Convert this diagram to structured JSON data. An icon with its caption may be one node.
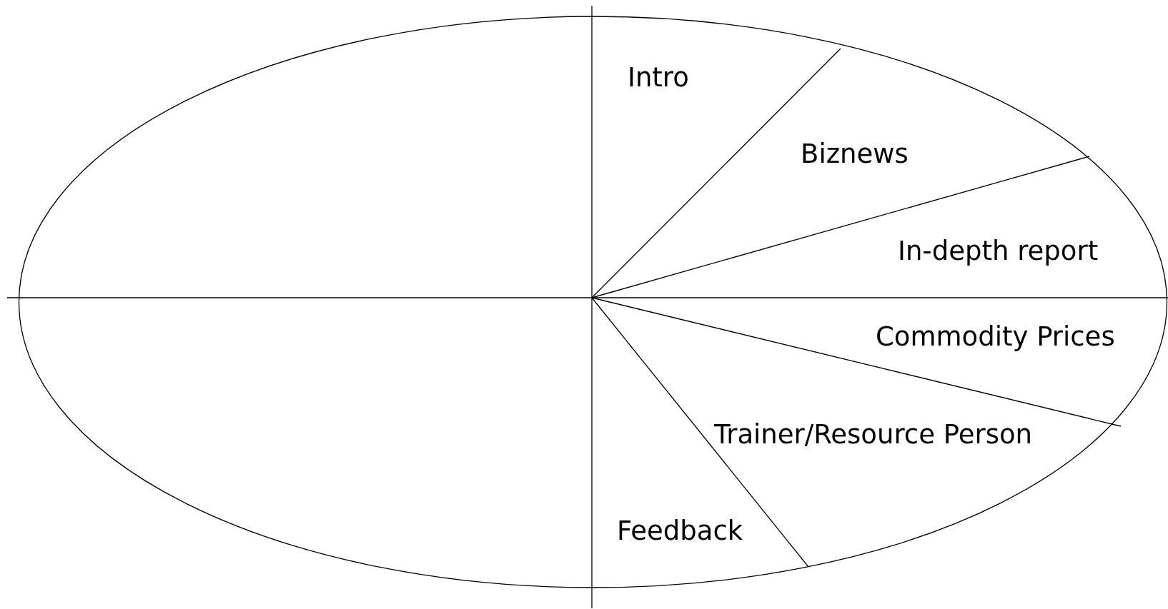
{
  "diagram": {
    "labels": [
      "Intro",
      "Biznews",
      "In-depth report",
      "Commodity Prices",
      "Trainer/Resource Person",
      "Feedback"
    ]
  }
}
